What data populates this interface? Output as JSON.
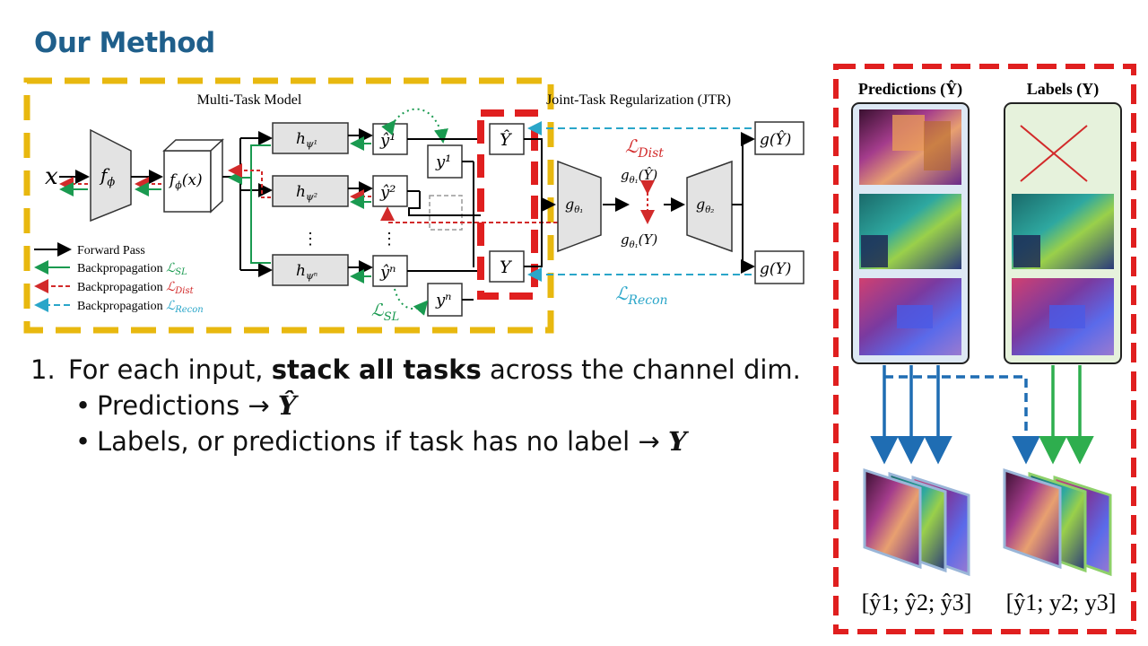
{
  "slide": {
    "title": "Our Method"
  },
  "diagram": {
    "mtm_label": "Multi-Task Model",
    "jtr_label": "Joint-Task Regularization (JTR)",
    "input": "x",
    "encoder": "f",
    "encoder_sub": "ϕ",
    "feature": "f",
    "feature_sub": "ϕ",
    "feature_arg": "(x)",
    "head_1": "h",
    "head_1_sub": "ψ¹",
    "head_2": "h",
    "head_2_sub": "ψ²",
    "head_n": "h",
    "head_n_sub": "ψⁿ",
    "pred_1": "ŷ¹",
    "pred_2": "ŷ²",
    "pred_n": "ŷⁿ",
    "label_1": "y¹",
    "label_n": "yⁿ",
    "vdots": "⋮",
    "stack_pred": "Ŷ",
    "stack_label": "Y",
    "enc_theta": "g",
    "enc_theta_sub": "θ₁",
    "dec_theta": "g",
    "dec_theta_sub": "θ₂",
    "emb_pred": "g",
    "emb_pred_sub": "θ₁",
    "emb_pred_arg": "(Ŷ)",
    "emb_label": "g",
    "emb_label_sub": "θ₁",
    "emb_label_arg": "(Y)",
    "out_pred": "g(Ŷ)",
    "out_label": "g(Y)",
    "loss_dist": "ℒ",
    "loss_dist_sub": "Dist",
    "loss_recon": "ℒ",
    "loss_recon_sub": "Recon",
    "loss_sl": "ℒ",
    "loss_sl_sub": "SL"
  },
  "legend": {
    "forward": "Forward Pass",
    "backprop": "Backpropagation",
    "sl_sym": "ℒ",
    "sl_sub": "SL",
    "dist_sym": "ℒ",
    "dist_sub": "Dist",
    "recon_sym": "ℒ",
    "recon_sub": "Recon"
  },
  "bullets": {
    "num": "1.",
    "main_pre": "For each input, ",
    "main_bold": "stack all tasks",
    "main_post": " across the channel dim.",
    "dot": "•",
    "sub1_text": "Predictions → ",
    "sub1_sym": "Ŷ",
    "sub2_text": "Labels, or predictions if task has no label → ",
    "sub2_sym": "Y"
  },
  "panel": {
    "pred_title": "Predictions (Ŷ)",
    "label_title": "Labels (Y)",
    "pred_stack_caption": "[ŷ1; ŷ2; ŷ3]",
    "label_stack_caption": "[ŷ1; y2; y3]"
  },
  "colors": {
    "title": "#1f5f8b",
    "forward": "#000000",
    "sl": "#1a9a50",
    "dist": "#d22a2a",
    "recon": "#2aa6c9",
    "mtm_border": "#e8b80f",
    "red_border": "#e01f1f",
    "panel_blue": "#1f6db3",
    "panel_green": "#2eae4e",
    "pred_box_bg": "#dde8f4",
    "label_box_bg": "#e6f2dc"
  }
}
